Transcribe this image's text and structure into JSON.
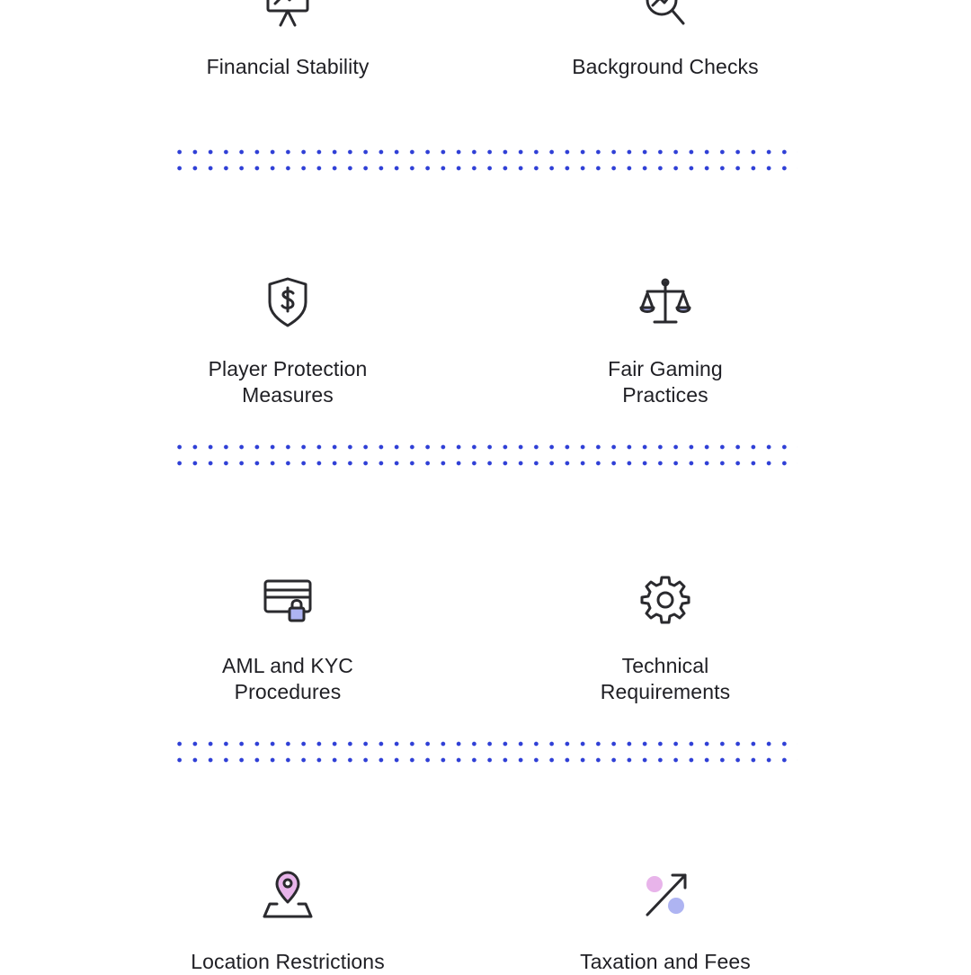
{
  "sections": [
    {
      "left": {
        "icon": "presentation-board-icon",
        "label": "Financial Stability"
      },
      "right": {
        "icon": "magnifier-chart-icon",
        "label": "Background Checks"
      }
    },
    {
      "left": {
        "icon": "shield-dollar-icon",
        "label": "Player Protection\nMeasures"
      },
      "right": {
        "icon": "balance-scale-icon",
        "label": "Fair Gaming\nPractices"
      }
    },
    {
      "left": {
        "icon": "card-lock-icon",
        "label": "AML and KYC\nProcedures"
      },
      "right": {
        "icon": "gear-icon",
        "label": "Technical\nRequirements"
      }
    },
    {
      "left": {
        "icon": "map-pin-icon",
        "label": "Location Restrictions"
      },
      "right": {
        "icon": "percent-icon",
        "label": "Taxation and Fees"
      }
    }
  ],
  "colors": {
    "text": "#1f1f24",
    "dots": "#2f3fd6",
    "accent_pink": "#e8b4ea",
    "accent_lavender": "#aeb4f2"
  }
}
